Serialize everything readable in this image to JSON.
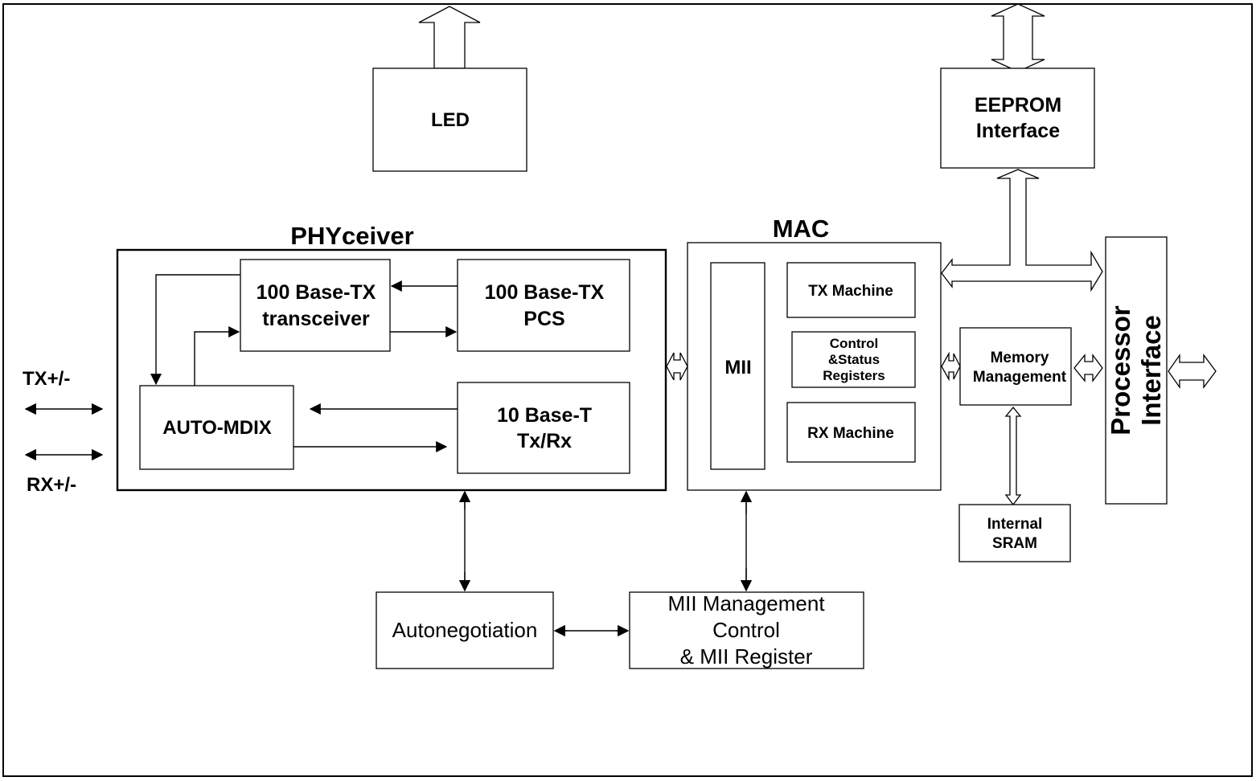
{
  "diagram": {
    "blocks": {
      "led": "LED",
      "eeprom": [
        "EEPROM",
        "Interface"
      ],
      "phy_title": "PHYceiver",
      "tx100_transceiver": [
        "100 Base-TX",
        "transceiver"
      ],
      "tx100_pcs": [
        "100 Base-TX",
        "PCS"
      ],
      "auto_mdix": "AUTO-MDIX",
      "t10": [
        "10 Base-T",
        "Tx/Rx"
      ],
      "mac_title": "MAC",
      "mii": "MII",
      "tx_machine": "TX Machine",
      "control_status": [
        "Control",
        "&Status",
        "Registers"
      ],
      "rx_machine": "RX Machine",
      "memory_mgmt": [
        "Memory",
        "Management"
      ],
      "processor_if": [
        "Processor",
        "Interface"
      ],
      "sram": [
        "Internal",
        "SRAM"
      ],
      "autoneg": "Autonegotiation",
      "mii_mgmt": [
        "MII Management",
        "Control",
        "& MII Register"
      ]
    },
    "ports": {
      "tx": "TX+/-",
      "rx": "RX+/-"
    },
    "colors": {
      "line": "#000000",
      "fill": "#ffffff"
    }
  }
}
